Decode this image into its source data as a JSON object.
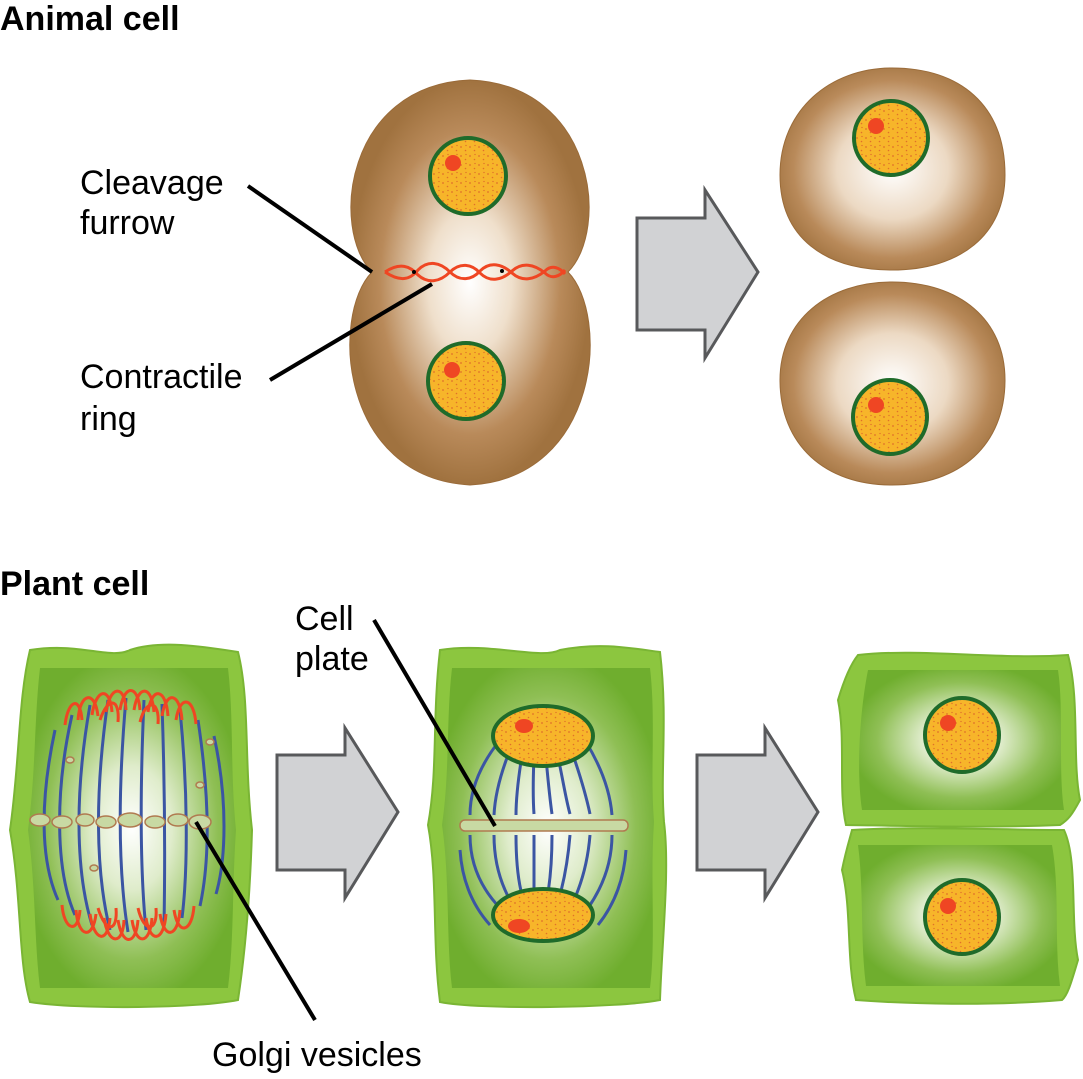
{
  "animal_section": {
    "heading": "Animal cell",
    "labels": {
      "cleavage_furrow": [
        "Cleavage",
        "furrow"
      ],
      "contractile_ring": [
        "Contractile",
        "ring"
      ]
    }
  },
  "plant_section": {
    "heading": "Plant cell",
    "labels": {
      "cell_plate": [
        "Cell",
        "plate"
      ],
      "golgi_vesicles": "Golgi vesicles"
    }
  },
  "colors": {
    "animal_cytoplasm_edge": "#a87a4a",
    "animal_cytoplasm_center": "#ffffff",
    "plant_wall": "#8cc63f",
    "plant_cytoplasm": "#6fae2e",
    "nucleus_fill": "#f7b52a",
    "nucleus_border": "#1f6b2a",
    "nucleolus": "#ef4623",
    "spindle": "#3b55a3",
    "contractile_ring": "#ef4623",
    "arrow_fill": "#d1d2d4",
    "arrow_stroke": "#58595b",
    "vesicle": "#c8d9a3"
  },
  "icons": [
    "arrow-right-icon"
  ]
}
